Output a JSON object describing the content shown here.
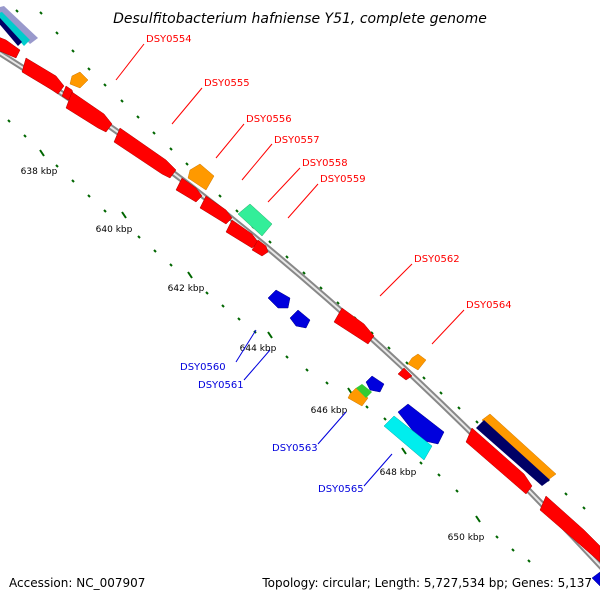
{
  "title": "Desulfitobacterium hafniense Y51, complete genome",
  "footer": {
    "accession": "Accession: NC_007907",
    "topology": "Topology: circular; Length: 5,727,534 bp; Genes: 5,137"
  },
  "colors": {
    "forward_gene": "#ff0000",
    "reverse_gene": "#0000dd",
    "rna_orange": "#ff9900",
    "teal": "#33ee99",
    "cyan": "#00eeee",
    "navy": "#000066",
    "backbone": "#999999",
    "ticks": "#006600"
  },
  "scale_labels": [
    "638 kbp",
    "640 kbp",
    "642 kbp",
    "644 kbp",
    "646 kbp",
    "648 kbp",
    "650 kbp"
  ],
  "forward_labels": [
    "DSY0554",
    "DSY0555",
    "DSY0556",
    "DSY0557",
    "DSY0558",
    "DSY0559",
    "DSY0562",
    "DSY0564"
  ],
  "reverse_labels": [
    "DSY0560",
    "DSY0561",
    "DSY0563",
    "DSY0565"
  ]
}
